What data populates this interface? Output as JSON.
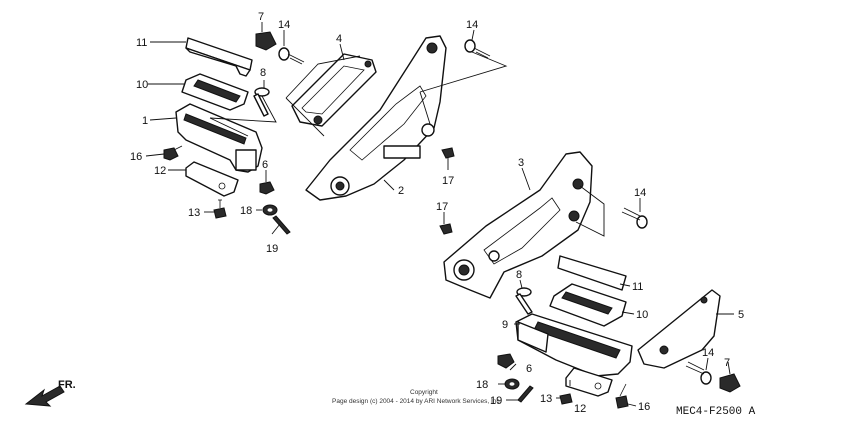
{
  "diagram": {
    "callouts": {
      "p1": "1",
      "p2": "2",
      "p3": "3",
      "p4": "4",
      "p5": "5",
      "p6a": "6",
      "p6b": "6",
      "p7a": "7",
      "p7b": "7",
      "p8a": "8",
      "p8b": "8",
      "p9": "9",
      "p10a": "10",
      "p10b": "10",
      "p11a": "11",
      "p11b": "11",
      "p12a": "12",
      "p12b": "12",
      "p13a": "13",
      "p13b": "13",
      "p14a": "14",
      "p14b": "14",
      "p14c": "14",
      "p14d": "14",
      "p16a": "16",
      "p16b": "16",
      "p17a": "17",
      "p17b": "17",
      "p18a": "18",
      "p18b": "18",
      "p19a": "19",
      "p19b": "19"
    },
    "direction_label": "FR.",
    "diagram_code": "MEC4-F2500 A",
    "copyright_line1": "Copyright",
    "copyright_line2": "Page design (c) 2004 - 2014 by ARI Network Services, Inc."
  }
}
